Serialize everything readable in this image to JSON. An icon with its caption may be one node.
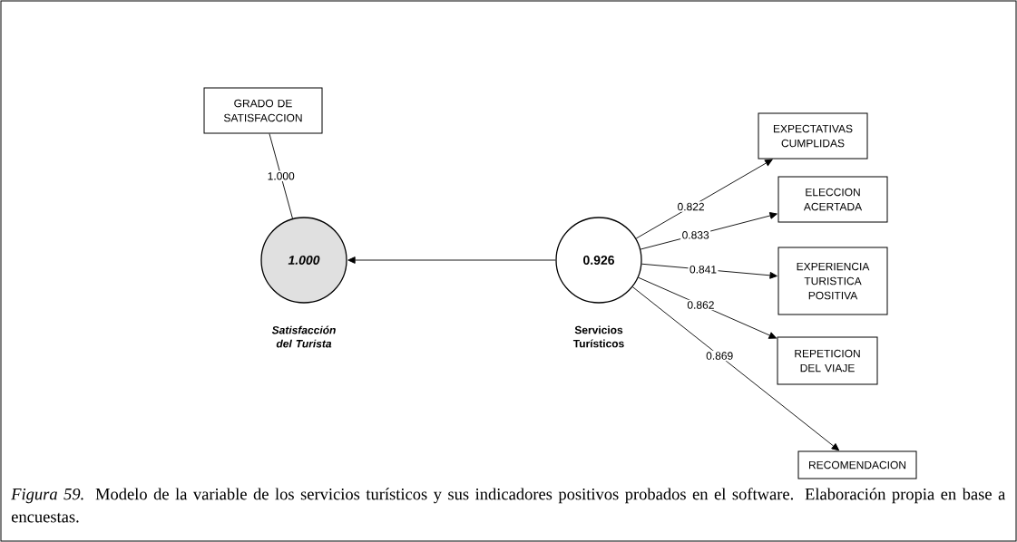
{
  "diagram": {
    "caption": "*Figura 59.* Modelo de la variable de los servicios turísticos y sus indicadores positivos probados en el software. Elaboración propia en base a encuestas.",
    "nodes": [
      {
        "text": [
          "GRADO DE SATISFACCION"
        ]
      },
      {
        "text": [
          "1.000"
        ],
        "beside": [
          "Satisfacción del Turista"
        ]
      },
      {
        "text": [
          "0.926"
        ],
        "beside": [
          "Servicios Turísticos"
        ]
      },
      {
        "text": [
          "EXPECTATIVAS CUMPLIDAS"
        ]
      },
      {
        "text": [
          "ELECCION ACERTADA"
        ]
      },
      {
        "text": [
          "EXPERIENCIA TURISTICA POSITIVA"
        ]
      },
      {
        "text": [
          "REPETICION DEL VIAJE"
        ]
      },
      {
        "text": [
          "RECOMENDACION"
        ]
      }
    ],
    "edges": [
      {
        "from": 0,
        "to": 1,
        "arrow": "none",
        "label": "1.000"
      },
      {
        "from": 2,
        "to": 1,
        "arrow": "to"
      },
      {
        "from": 2,
        "to": 3,
        "arrow": "to",
        "label": "0.822"
      },
      {
        "from": 2,
        "to": 4,
        "arrow": "to",
        "label": "0.833"
      },
      {
        "from": 2,
        "to": 5,
        "arrow": "to",
        "label": "0.841"
      },
      {
        "from": 2,
        "to": 6,
        "arrow": "to",
        "label": "0.862"
      },
      {
        "from": 2,
        "to": 7,
        "arrow": "to",
        "label": "0.869"
      }
    ]
  }
}
